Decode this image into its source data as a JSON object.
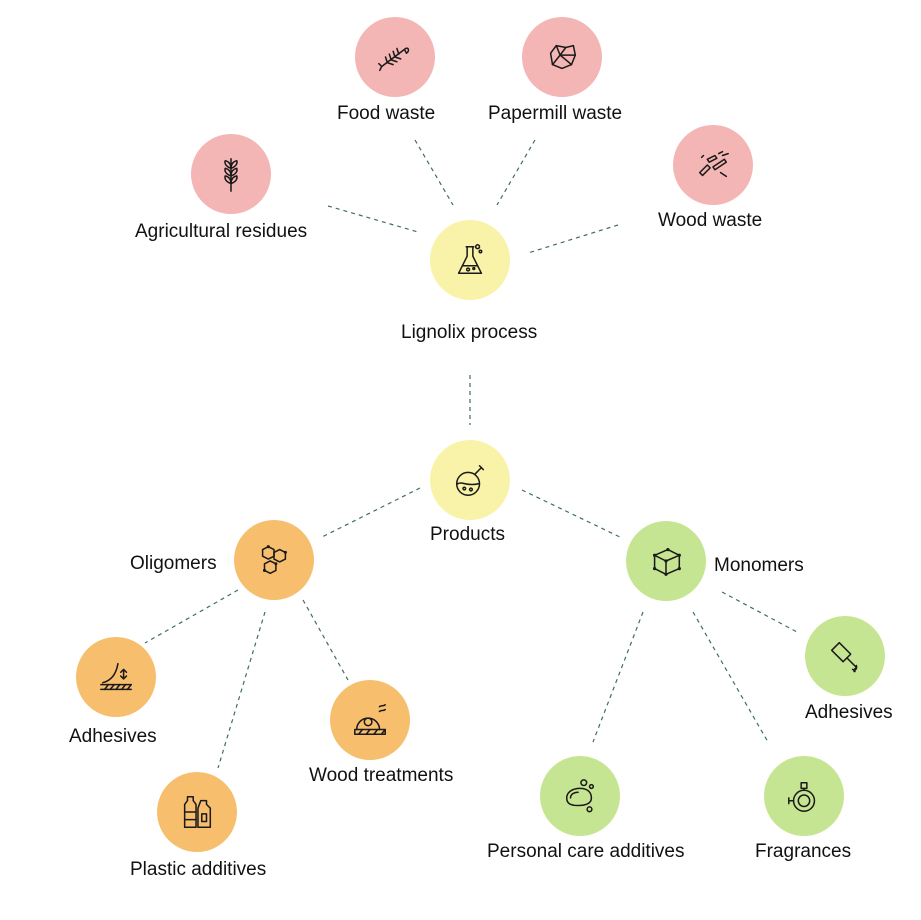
{
  "colors": {
    "waste": "#f3b6b4",
    "process": "#f8f3a8",
    "oligomer_branch": "#f7be6e",
    "monomer_branch": "#c6e592",
    "connector": "#3f6d64"
  },
  "nodes": {
    "food_waste": {
      "label": "Food waste",
      "icon": "fish-bone-icon"
    },
    "papermill_waste": {
      "label": "Papermill waste",
      "icon": "crumpled-paper-icon"
    },
    "agricultural_residues": {
      "label": "Agricultural residues",
      "icon": "wheat-icon"
    },
    "wood_waste": {
      "label": "Wood waste",
      "icon": "wood-chips-icon"
    },
    "lignolix_process": {
      "label": "Lignolix process",
      "icon": "flask-icon"
    },
    "products": {
      "label": "Products",
      "icon": "round-flask-icon"
    },
    "oligomers": {
      "label": "Oligomers",
      "icon": "molecule-icon"
    },
    "monomers": {
      "label": "Monomers",
      "icon": "cube-molecule-icon"
    },
    "adhesives_oligomer": {
      "label": "Adhesives",
      "icon": "surface-adhesion-icon"
    },
    "plastic_additives": {
      "label": "Plastic additives",
      "icon": "plastic-bottles-icon"
    },
    "wood_treatments": {
      "label": "Wood treatments",
      "icon": "saw-blade-icon"
    },
    "adhesives_monomer": {
      "label": "Adhesives",
      "icon": "glue-tube-icon"
    },
    "personal_care_additives": {
      "label": "Personal care additives",
      "icon": "soap-bubbles-icon"
    },
    "fragrances": {
      "label": "Fragrances",
      "icon": "perfume-bottle-icon"
    }
  }
}
